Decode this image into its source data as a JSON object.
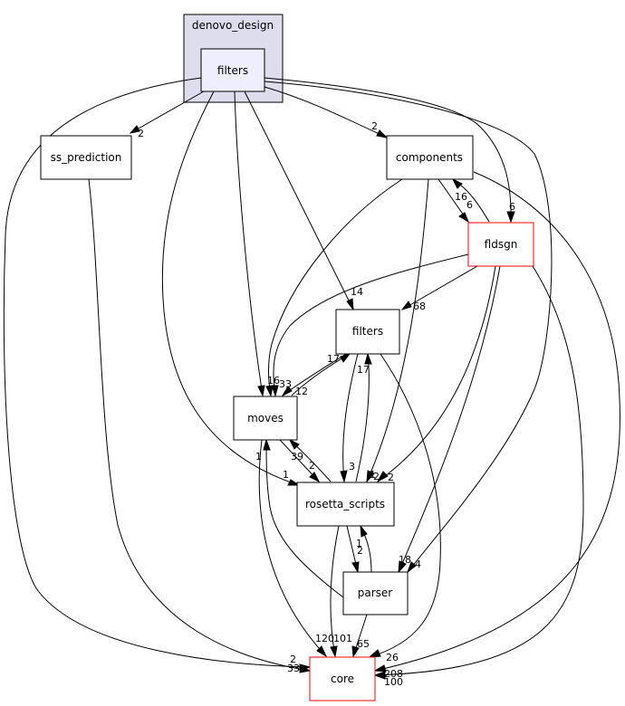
{
  "cluster": {
    "label": "denovo_design"
  },
  "nodes": {
    "filters_main": "filters",
    "ss_prediction": "ss_prediction",
    "components": "components",
    "fldsgn": "fldsgn",
    "filters": "filters",
    "moves": "moves",
    "rosetta_scripts": "rosetta_scripts",
    "parser": "parser",
    "core": "core"
  },
  "edge_labels": {
    "main_ss": "2",
    "main_components": "2",
    "main_fldsgn": "6",
    "main_filters": "14",
    "main_moves": "16",
    "main_rosetta": "1",
    "main_parser": "4",
    "main_core": "2",
    "ss_core": "33",
    "components_fldsgn": "16",
    "fldsgn_components": "6",
    "components_moves": "33",
    "components_rosetta": "2",
    "components_core": "208",
    "fldsgn_filters": "68",
    "fldsgn_moves": "12",
    "fldsgn_rosetta": "2",
    "fldsgn_parser": "18",
    "fldsgn_core": "100",
    "filters_moves": "17",
    "moves_filters": "17",
    "filters_rosetta": "3",
    "rosetta_filters": "1",
    "filters_core": "26",
    "moves_rosetta": "2",
    "rosetta_moves": "39",
    "moves_core": "120",
    "rosetta_parser": "2",
    "parser_rosetta": "1",
    "rosetta_core": "101",
    "parser_core": "65",
    "parser_moves": "1"
  }
}
